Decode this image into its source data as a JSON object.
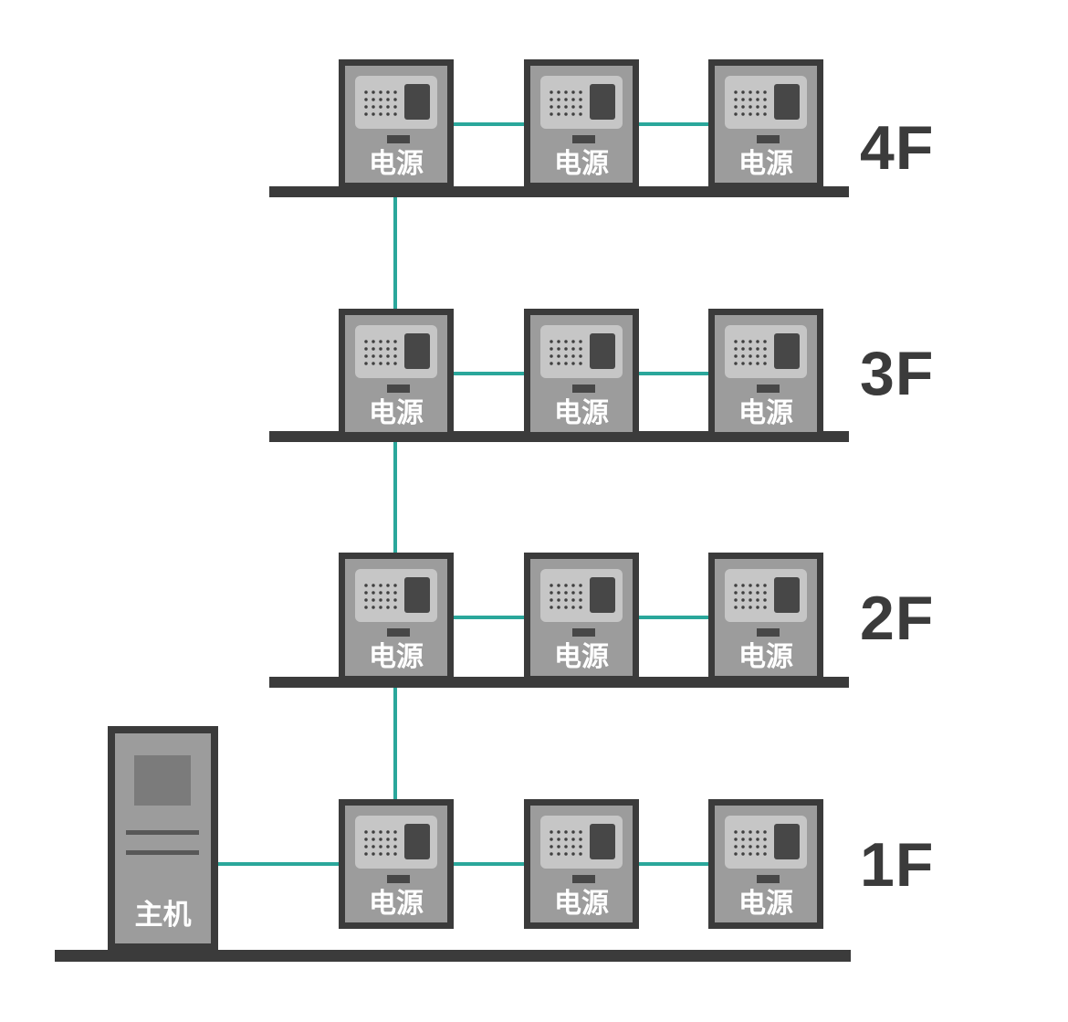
{
  "diagram": {
    "type": "building-riser-topology",
    "floors": [
      {
        "label": "4F",
        "units": [
          "电源",
          "电源",
          "电源"
        ]
      },
      {
        "label": "3F",
        "units": [
          "电源",
          "电源",
          "电源"
        ]
      },
      {
        "label": "2F",
        "units": [
          "电源",
          "电源",
          "电源"
        ]
      },
      {
        "label": "1F",
        "units": [
          "电源",
          "电源",
          "电源"
        ]
      }
    ],
    "host": {
      "label": "主机"
    },
    "colors": {
      "connector": "#2aa79b",
      "frame": "#3b3b3b",
      "device_body": "#9c9c9c",
      "screen_panel": "#c6c6c6",
      "floor_label_text": "#3b3b3b",
      "device_label_text": "#ffffff",
      "background": "#ffffff"
    }
  }
}
